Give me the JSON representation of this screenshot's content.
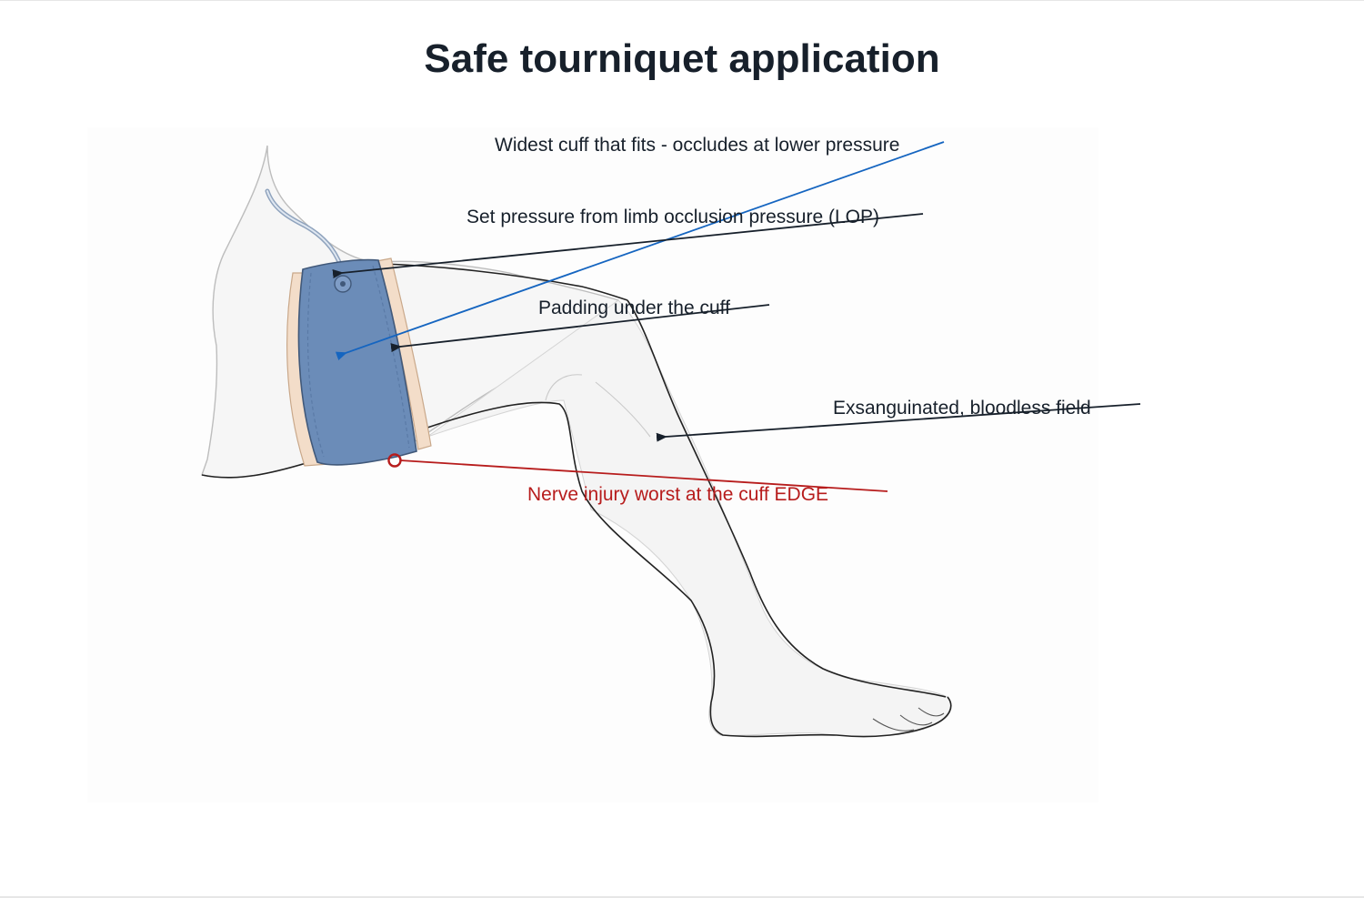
{
  "title": "Safe tourniquet application",
  "colors": {
    "text": "#17202b",
    "blue_callout": "#1565c0",
    "red_callout": "#b71c1c",
    "cuff": "#6b8cb8",
    "padding": "#f3ddc9"
  },
  "callouts": {
    "widest_cuff": "Widest cuff that fits - occludes at lower pressure",
    "set_pressure": "Set pressure from limb occlusion pressure (LOP)",
    "padding": "Padding under the cuff",
    "exsanguinated": "Exsanguinated, bloodless field",
    "nerve_injury": "Nerve injury worst at the cuff EDGE"
  }
}
